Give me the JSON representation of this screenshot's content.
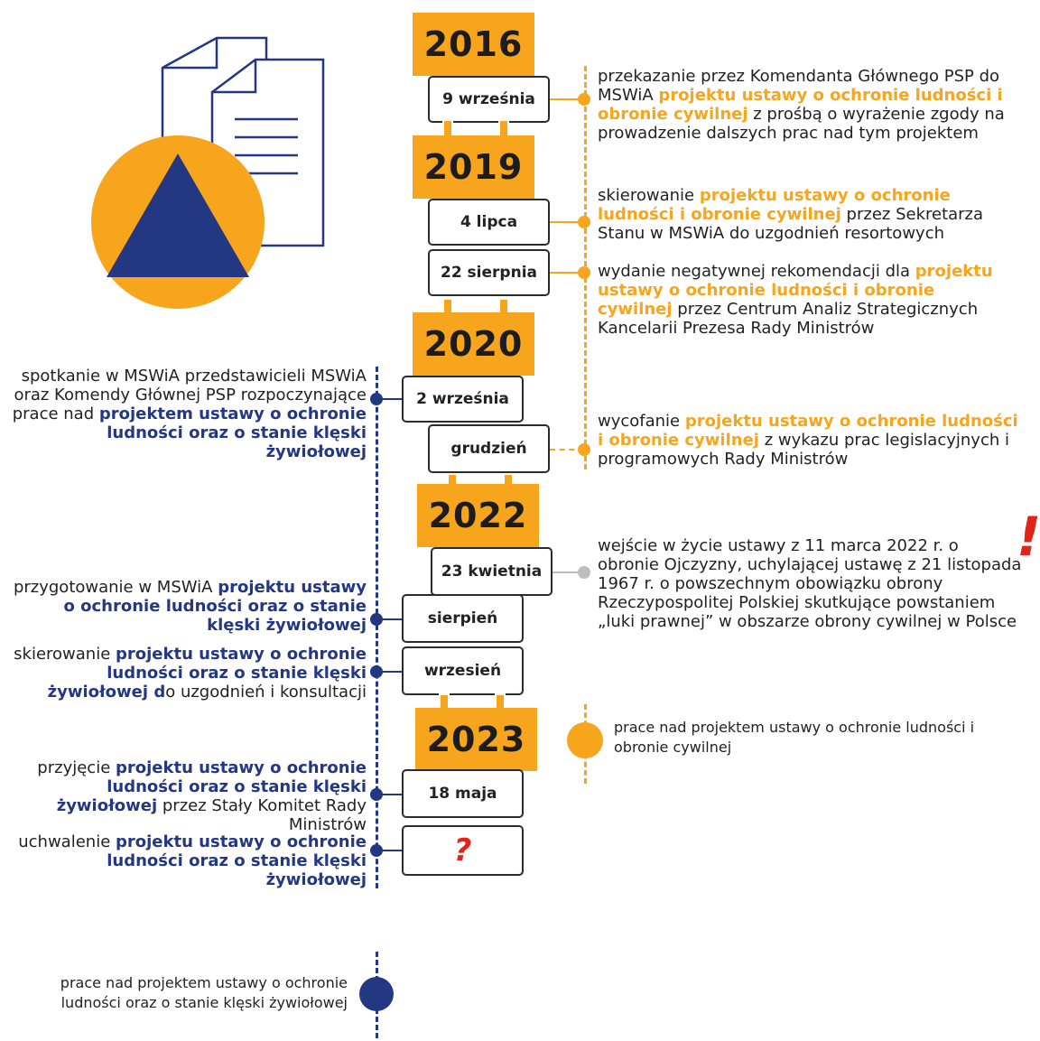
{
  "years": [
    "2016",
    "2019",
    "2020",
    "2022",
    "2023"
  ],
  "dates": {
    "d1": "9 września",
    "d2": "4 lipca",
    "d3": "22 sierpnia",
    "d4": "2 września",
    "d5": "grudzień",
    "d6": "23 kwietnia",
    "d7": "sierpień",
    "d8": "wrzesień",
    "d9": "18 maja",
    "d10": "?"
  },
  "events": {
    "e1": {
      "pre": "przekazanie przez Komendanta Głównego PSP do MSWiA ",
      "hl": "projektu ustawy o ochronie ludności i obronie cywilnej",
      "post": " z prośbą o wyrażenie zgody na prowadzenie dalszych prac nad tym projektem"
    },
    "e2": {
      "pre": "skierowanie ",
      "hl": "projektu ustawy o ochronie ludności i obronie cywilnej",
      "post": " przez Sekretarza Stanu w MSWiA do uzgodnień resortowych"
    },
    "e3": {
      "pre": "wydanie negatywnej rekomendacji dla ",
      "hl": "projektu ustawy o ochronie ludności i obronie cywilnej",
      "post": " przez Centrum Analiz Strategicznych Kancelarii Prezesa Rady Ministrów"
    },
    "e4": {
      "pre": "spotkanie w MSWiA przedstawicieli MSWiA oraz Komendy Głównej PSP rozpoczynające prace nad ",
      "hl": "projektem ustawy o ochronie ludności oraz o stanie klęski żywiołowej",
      "post": ""
    },
    "e5": {
      "pre": "wycofanie ",
      "hl": "projektu ustawy o ochronie ludności i obronie cywilnej",
      "post": " z wykazu prac legislacyjnych i programowych Rady Ministrów"
    },
    "e6": {
      "text": "wejście w życie ustawy z 11 marca 2022 r. o obronie Ojczyzny, uchylającej ustawę z 21 listopada 1967 r. o powszechnym obowiązku obrony Rzeczypospolitej Polskiej skutkujące powstaniem „luki prawnej” w obszarze obrony cywilnej w Polsce"
    },
    "e7": {
      "pre": "przygotowanie w MSWiA ",
      "hl": "projektu ustawy o ochronie ludności oraz o stanie klęski żywiołowej",
      "post": ""
    },
    "e8": {
      "pre": "skierowanie ",
      "hl": "projektu ustawy o ochronie ludności oraz o stanie klęski żywiołowej d",
      "post": "o uzgodnień i konsultacji"
    },
    "e9": {
      "pre": "przyjęcie ",
      "hl": "projektu ustawy o ochronie ludności oraz o stanie klęski żywiołowej",
      "post": " przez Stały Komitet Rady Ministrów"
    },
    "e10": {
      "pre": "uchwalenie ",
      "hl": "projektu ustawy o ochronie ludności oraz o stanie klęski żywiołowej",
      "post": ""
    }
  },
  "exclamation": "!",
  "legend": {
    "orange": "prace nad projektem ustawy o ochronie ludności i obronie cywilnej",
    "blue": "prace nad projektem ustawy o ochronie ludności oraz o stanie klęski żywiołowej"
  },
  "colors": {
    "orange": "#f7a51c",
    "blue": "#243782",
    "grey": "#bdbdbd",
    "red": "#e2231a"
  }
}
